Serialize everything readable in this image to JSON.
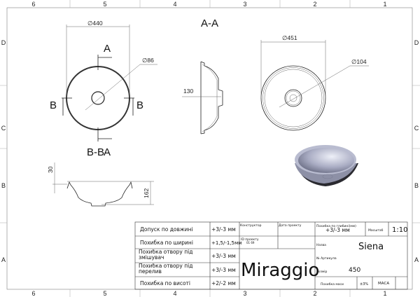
{
  "sheet": {
    "columns": [
      "6",
      "5",
      "4",
      "3",
      "2",
      "1"
    ],
    "rows": [
      "D",
      "C",
      "B",
      "A"
    ]
  },
  "views": {
    "top_view": {
      "diameter": "∅440",
      "hole": "∅86",
      "section_marks": [
        "A",
        "A",
        "B",
        "B"
      ]
    },
    "section_aa": {
      "title": "A-A",
      "depth": "130"
    },
    "bottom_view": {
      "diameter": "∅451",
      "hole": "∅104"
    },
    "section_bb": {
      "title": "B-B",
      "rim": "30",
      "height": "162"
    }
  },
  "title_block": {
    "tolerances": [
      {
        "label": "Допуск по довжині",
        "value": "+3/-3 мм"
      },
      {
        "label": "Похибка по ширині",
        "value": "+1,5/-1,5мм"
      },
      {
        "label": "Похибка отвору під змішувач",
        "value": "+3/-3 мм"
      },
      {
        "label": "Похибка отвору під перелив",
        "value": "+3/-3 мм"
      },
      {
        "label": "Похибка по висоті",
        "value": "+2/-2 мм"
      }
    ],
    "designer_label": "Конструктор",
    "date_label": "Дата проекту",
    "project_id_label": "ID проекту",
    "project_id": "01 69",
    "brand": "Miraggio",
    "depth_tolerance_label": "Похибка по глибині(мм)",
    "depth_tolerance": "+3/-3 мм",
    "scale_label": "Масштаб",
    "scale": "1:10",
    "name_label": "Назва",
    "name": "Siena",
    "article_label": "№ Артикула",
    "size_label": "Розмір",
    "size": "450",
    "mass_tolerance_label": "Похибка маси",
    "mass_tolerance": "±3%",
    "mass_label": "МАСА"
  }
}
